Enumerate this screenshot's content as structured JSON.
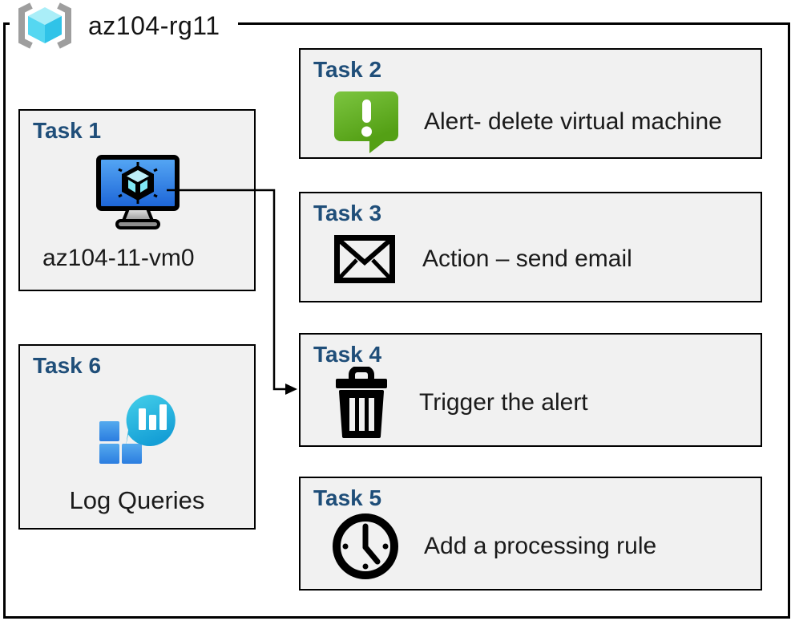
{
  "diagram": {
    "resource_group": {
      "label": "az104-rg11",
      "icon": "resource-group-icon"
    },
    "tasks": [
      {
        "id": "task1",
        "title": "Task 1",
        "icon": "virtual-machine-icon",
        "label": "az104-11-vm0"
      },
      {
        "id": "task2",
        "title": "Task 2",
        "icon": "alert-icon",
        "label": "Alert- delete virtual machine"
      },
      {
        "id": "task3",
        "title": "Task 3",
        "icon": "email-icon",
        "label": "Action – send email"
      },
      {
        "id": "task4",
        "title": "Task 4",
        "icon": "trash-icon",
        "label": "Trigger the alert"
      },
      {
        "id": "task5",
        "title": "Task 5",
        "icon": "clock-icon",
        "label": "Add a processing rule"
      },
      {
        "id": "task6",
        "title": "Task 6",
        "icon": "log-queries-icon",
        "label": "Log Queries"
      }
    ],
    "connector": {
      "from": "task1-virtual-machine",
      "to": "task4"
    },
    "colors": {
      "task_title_blue": "#1f4e79",
      "box_fill": "#f1f1f1",
      "box_border": "#000000",
      "alert_green": "#69b42e",
      "vm_screen_blue": "#2b7de0",
      "log_bubble_teal": "#2bbfe3",
      "log_square_blue": "#3a8ae0",
      "rg_cube_cyan": "#50d8f0",
      "rg_bracket_gray": "#9e9e9e"
    }
  }
}
